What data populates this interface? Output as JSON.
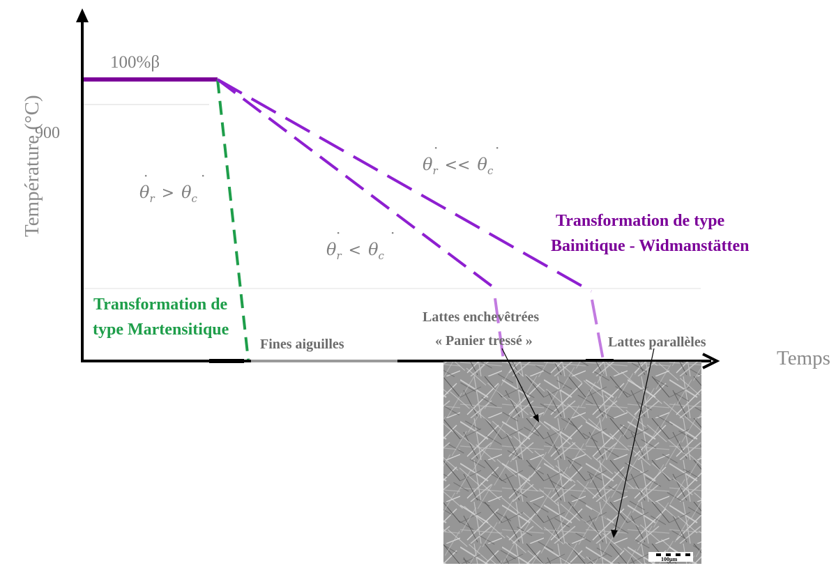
{
  "axes": {
    "y_label": "Température (°C)",
    "x_label": "Temps",
    "y_tick_900": "900"
  },
  "labels": {
    "beta": "100%β",
    "martensitic_line1": "Transformation de",
    "martensitic_line2": "type Martensitique",
    "bainitic_line1": "Transformation de type",
    "bainitic_line2": "Bainitique - Widmanstätten",
    "fines_aiguilles": "Fines aiguilles",
    "lattes_enchevetrees_line1": "Lattes enchevêtrées",
    "lattes_enchevetrees_line2": "« Panier tressé »",
    "lattes_paralleles": "Lattes parallèles",
    "scale_bar": "100µm"
  },
  "rate_conditions": [
    {
      "left": "θ",
      "left_sub": "r",
      "operator": ">",
      "right": "θ",
      "right_sub": "c"
    },
    {
      "left": "θ",
      "left_sub": "r",
      "operator": "<",
      "right": "θ",
      "right_sub": "c"
    },
    {
      "left": "θ",
      "left_sub": "r",
      "operator": "<<",
      "right": "θ",
      "right_sub": "c"
    }
  ],
  "colors": {
    "axis": "#000000",
    "purple": "#7b0099",
    "violet_dash": "#8e1fd0",
    "light_violet": "#c27be0",
    "green": "#1e9e4a",
    "gray_text": "#7f7f7f",
    "label_gray": "#6b6b6b"
  }
}
